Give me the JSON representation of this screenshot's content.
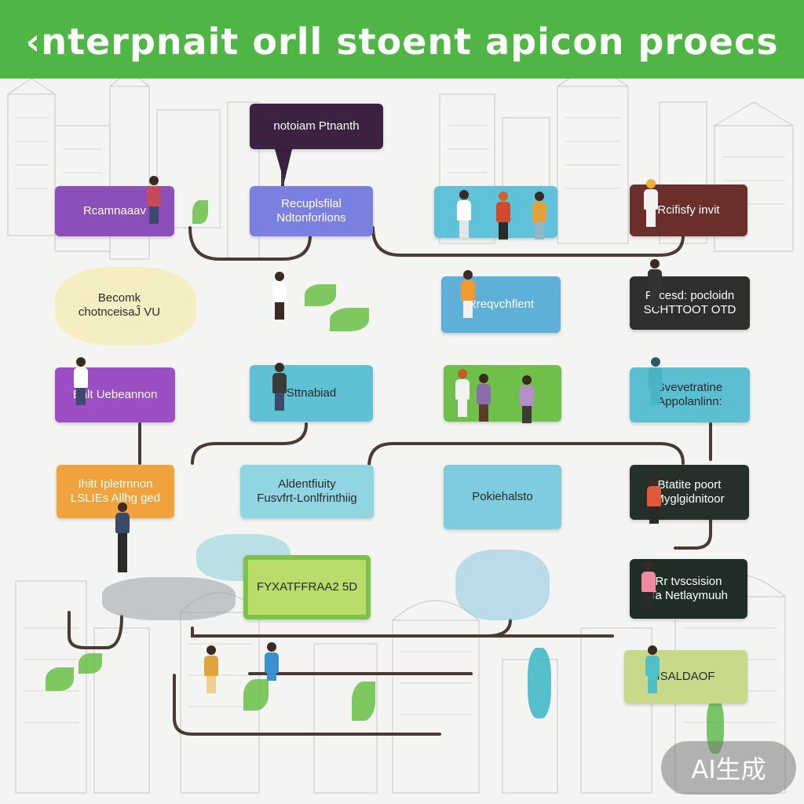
{
  "header": {
    "title": "‹nterpnait orll stoent  apicon proecs"
  },
  "colors": {
    "header_bg": "#4fb544",
    "connector": "#4a3a33"
  },
  "nodes": [
    {
      "id": "n1",
      "label": "notoiam Ptnanth",
      "color": "#3a2240",
      "theme": "dark"
    },
    {
      "id": "n2",
      "label": "Rcamnaaav",
      "color": "#8a4fb8",
      "theme": "dark"
    },
    {
      "id": "n3",
      "label": "Recuplsfilal\nNdtonforlions",
      "color": "#7b7fe0",
      "theme": "dark"
    },
    {
      "id": "n4",
      "label": "",
      "color": "#5fc2d9",
      "theme": "dark"
    },
    {
      "id": "n5",
      "label": "Rcifisfy invit",
      "color": "#6a2f2a",
      "theme": "dark"
    },
    {
      "id": "n6",
      "label": "Becomk\nchotnceisaĴ VU",
      "color": "#f1dc84",
      "theme": "light"
    },
    {
      "id": "n7",
      "label": "Rreqvchflent",
      "color": "#5fb0d8",
      "theme": "dark"
    },
    {
      "id": "n8",
      "label": "Fucesd: pocloidn\nSCHTTOOT OTD",
      "color": "#2e2e2e",
      "theme": "dark"
    },
    {
      "id": "n9",
      "label": "Ealt Uebeannon",
      "color": "#9b4fc2",
      "theme": "dark"
    },
    {
      "id": "n10",
      "label": "Sttnabiad",
      "color": "#5ec2d4",
      "theme": "light"
    },
    {
      "id": "n11",
      "label": "",
      "color": "#6fc04a",
      "theme": "dark"
    },
    {
      "id": "n12",
      "label": "Svevetratine\nAppolanlinn:",
      "color": "#5bbfd1",
      "theme": "light"
    },
    {
      "id": "n13",
      "label": "Ihitt Ipletrnnon\nLSLIEs Allhg ged",
      "color": "#f0a23c",
      "theme": "dark"
    },
    {
      "id": "n14",
      "label": "Aldentfiuity\nFusvfrt-Lonlfrinthiig",
      "color": "#8fd6e2",
      "theme": "light"
    },
    {
      "id": "n15",
      "label": "Pokiehalsto",
      "color": "#7ecce0",
      "theme": "light"
    },
    {
      "id": "n16",
      "label": "Btatite poort\nMyglgidnitoor",
      "color": "#25302a",
      "theme": "dark"
    },
    {
      "id": "n17",
      "label": "FYXATFFRAA2 5D",
      "color": "#b9dc6a",
      "theme": "light"
    },
    {
      "id": "n18",
      "label": "Rr tvscsision\nTa Netlaymuuh",
      "color": "#1f2d26",
      "theme": "dark"
    },
    {
      "id": "n19",
      "label": "ISALDAOF",
      "color": "#c9d98a",
      "theme": "light"
    }
  ],
  "badge": {
    "text": "AI生成"
  }
}
